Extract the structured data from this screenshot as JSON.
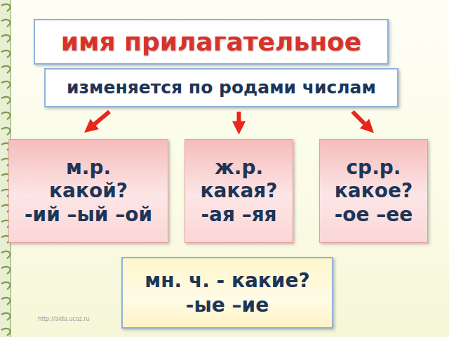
{
  "diagram": {
    "title": "имя прилагательное",
    "nodes": [
      {
        "text": [
          "изменяется по родами числам"
        ]
      },
      {
        "text": [
          "м.р.",
          "какой?",
          "-ий –ый –ой"
        ]
      },
      {
        "text": [
          "ж.р.",
          "какая?",
          "-ая –яя"
        ]
      },
      {
        "text": [
          "ср.р.",
          "какое?",
          "-ое –ее"
        ]
      },
      {
        "text": [
          "мн. ч. - какие?",
          "-ые –ие"
        ]
      }
    ],
    "edges": [
      {
        "from": 0,
        "to": 1,
        "arrow": "to"
      },
      {
        "from": 0,
        "to": 2,
        "arrow": "to"
      },
      {
        "from": 0,
        "to": 3,
        "arrow": "to"
      }
    ],
    "labels": [
      "http://aida.ucoz.ru"
    ]
  }
}
